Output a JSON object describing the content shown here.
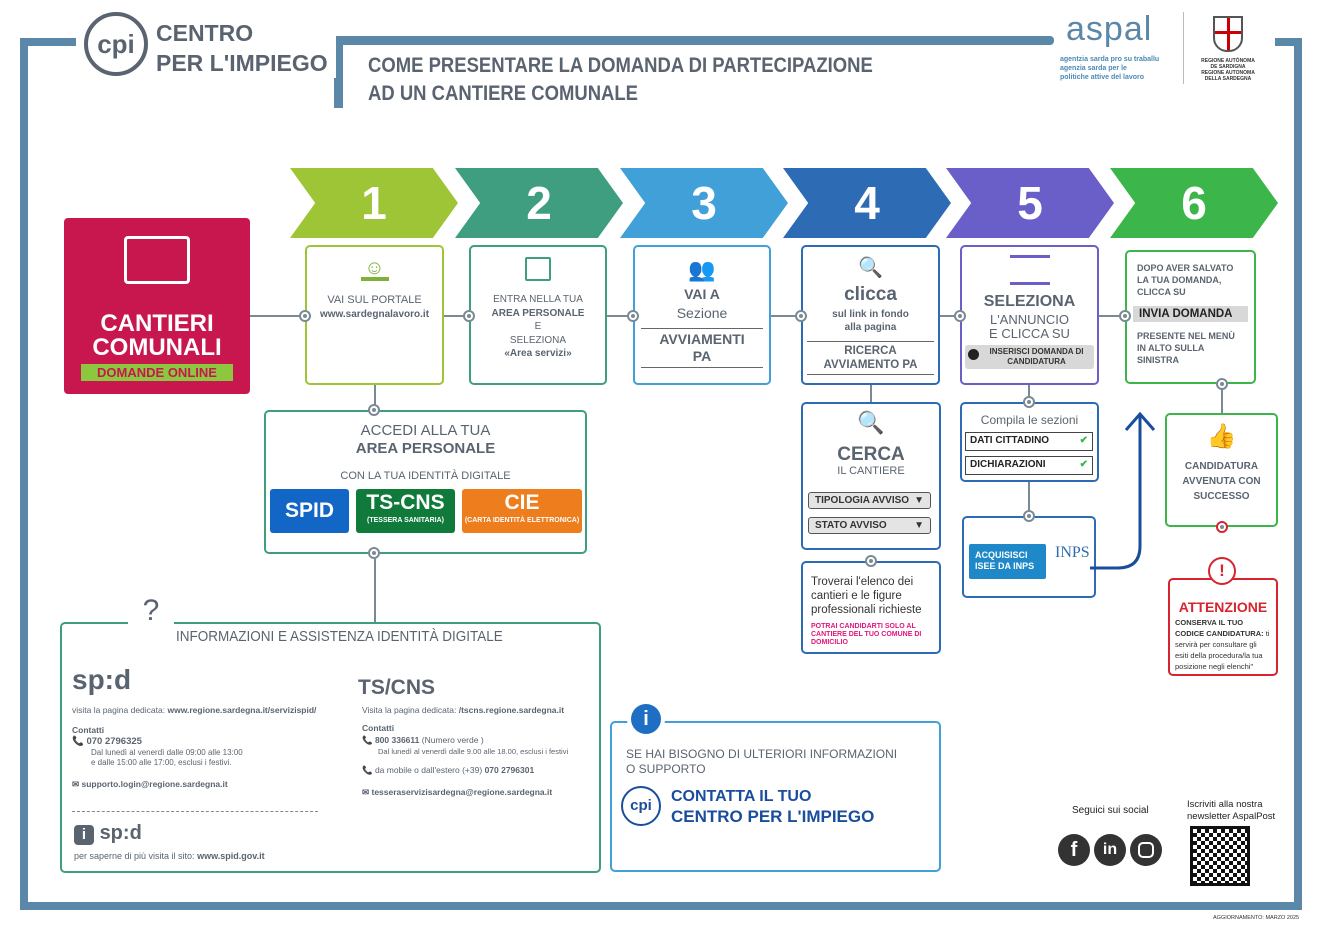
{
  "header": {
    "logo_text": "cpi",
    "org_line1": "CENTRO",
    "org_line2": "PER L'IMPIEGO",
    "title_line1": "COME PRESENTARE LA DOMANDA DI PARTECIPAZIONE",
    "title_line2": "AD UN CANTIERE COMUNALE",
    "aspal_logo": "aspal",
    "aspal_tagline": [
      "agentzia sarda pro su traballu",
      "agenzia sarda per le",
      "politiche attive del lavoro"
    ],
    "region_label": [
      "REGIONE AUTÒNOMA",
      "DE SARDIGNA",
      "REGIONE AUTONOMA",
      "DELLA SARDEGNA"
    ]
  },
  "hero": {
    "line1": "CANTIERI",
    "line2": "COMUNALI",
    "badge": "DOMANDE ONLINE"
  },
  "steps": [
    {
      "number": "1",
      "color": "#9dc536",
      "text1": "VAI SUL PORTALE",
      "text2": "www.sardegnalavoro.it"
    },
    {
      "number": "2",
      "color": "#3f9e80",
      "text1": "ENTRA NELLA TUA",
      "text2": "AREA PERSONALE",
      "text3": "E",
      "text4": "SELEZIONA",
      "text5": "«Area servizi»"
    },
    {
      "number": "3",
      "color": "#41a0d8",
      "text1": "VAI A",
      "text2": "Sezione",
      "text3": "AVVIAMENTI PA"
    },
    {
      "number": "4",
      "color": "#2d6bb5",
      "text1": "clicca",
      "text2": "sul link in fondo",
      "text3": "alla pagina",
      "text4": "RICERCA AVVIAMENTO PA"
    },
    {
      "number": "5",
      "color": "#6a5fc8",
      "text1": "SELEZIONA",
      "text2": "L'ANNUNCIO",
      "text3": "E CLICCA SU",
      "button": "INSERISCI DOMANDA DI CANDIDATURA"
    },
    {
      "number": "6",
      "color": "#3cb54a",
      "text1": "DOPO AVER SALVATO LA TUA DOMANDA, CLICCA SU",
      "button": "INVIA DOMANDA",
      "text2": "PRESENTE NEL MENÙ IN ALTO SULLA SINISTRA"
    }
  ],
  "access": {
    "title1": "ACCEDI ALLA TUA",
    "title2": "AREA PERSONALE",
    "subtitle": "CON LA TUA IDENTITÀ DIGITALE",
    "spid": "SPID",
    "tscns": "TS-CNS",
    "tscns_sub": "(TESSERA SANITARIA)",
    "cie": "CIE",
    "cie_sub": "(CARTA IDENTITÀ ELETTRONICA)"
  },
  "search": {
    "title": "CERCA",
    "subtitle": "IL CANTIERE",
    "filter1": "TIPOLOGIA AVVISO",
    "filter2": "STATO AVVISO",
    "result": "Troverai l'elenco dei cantieri e le figure professionali richieste",
    "warning": "POTRAI CANDIDARTI SOLO AL CANTIERE DEL TUO COMUNE DI DOMICILIO"
  },
  "sections": {
    "title": "Compila le sezioni",
    "item1": "DATI CITTADINO",
    "item2": "DICHIARAZIONI",
    "isee": "ACQUISISCI ISEE DA INPS",
    "inps_logo": "INPS"
  },
  "success": {
    "text": "CANDIDATURA AVVENUTA CON SUCCESSO"
  },
  "attention": {
    "title": "ATTENZIONE",
    "bold": "CONSERVA IL TUO CODICE CANDIDATURA:",
    "text": "ti servirà per consultare gli esiti della procedura/la tua posizione negli elenchi\""
  },
  "assist": {
    "title": "INFORMAZIONI E ASSISTENZA IDENTITÀ DIGITALE",
    "spid": {
      "logo": "sp:d",
      "visit": "visita la pagina dedicata:",
      "url": "www.regione.sardegna.it/servizispid/",
      "contacts": "Contatti",
      "phone": "070 2796325",
      "hours1": "Dal lunedì al venerdì dalle 09:00 alle 13:00",
      "hours2": "e dalle 15:00 alle 17:00, esclusi i festivi.",
      "email": "supporto.login@regione.sardegna.it",
      "more": "per saperne di più visita il sito:",
      "more_url": "www.spid.gov.it"
    },
    "tscns": {
      "title": "TS/CNS",
      "visit": "Visita la pagina dedicata:",
      "url": "/tscns.regione.sardegna.it",
      "contacts": "Contatti",
      "phone": "800 336611",
      "phone_note": "(Numero verde )",
      "hours": "Dal lunedì al venerdì dalle 9.00 alle 18.00, esclusi i festivi",
      "mobile": "da mobile o dall'estero (+39)",
      "mobile_num": "070 2796301",
      "email": "tesseraservizisardegna@regione.sardegna.it"
    }
  },
  "support": {
    "text1": "SE HAI BISOGNO DI ULTERIORI INFORMAZIONI",
    "text2": "O SUPPORTO",
    "cta1": "CONTATTA IL TUO",
    "cta2": "CENTRO PER L'IMPIEGO"
  },
  "social": {
    "label": "Seguici sui social",
    "icons": [
      "facebook-icon",
      "linkedin-icon",
      "instagram-icon"
    ],
    "newsletter": "Iscriviti alla nostra newsletter AspalPost"
  },
  "footer": {
    "updated": "AGGIORNAMENTO: MARZO 2025"
  }
}
